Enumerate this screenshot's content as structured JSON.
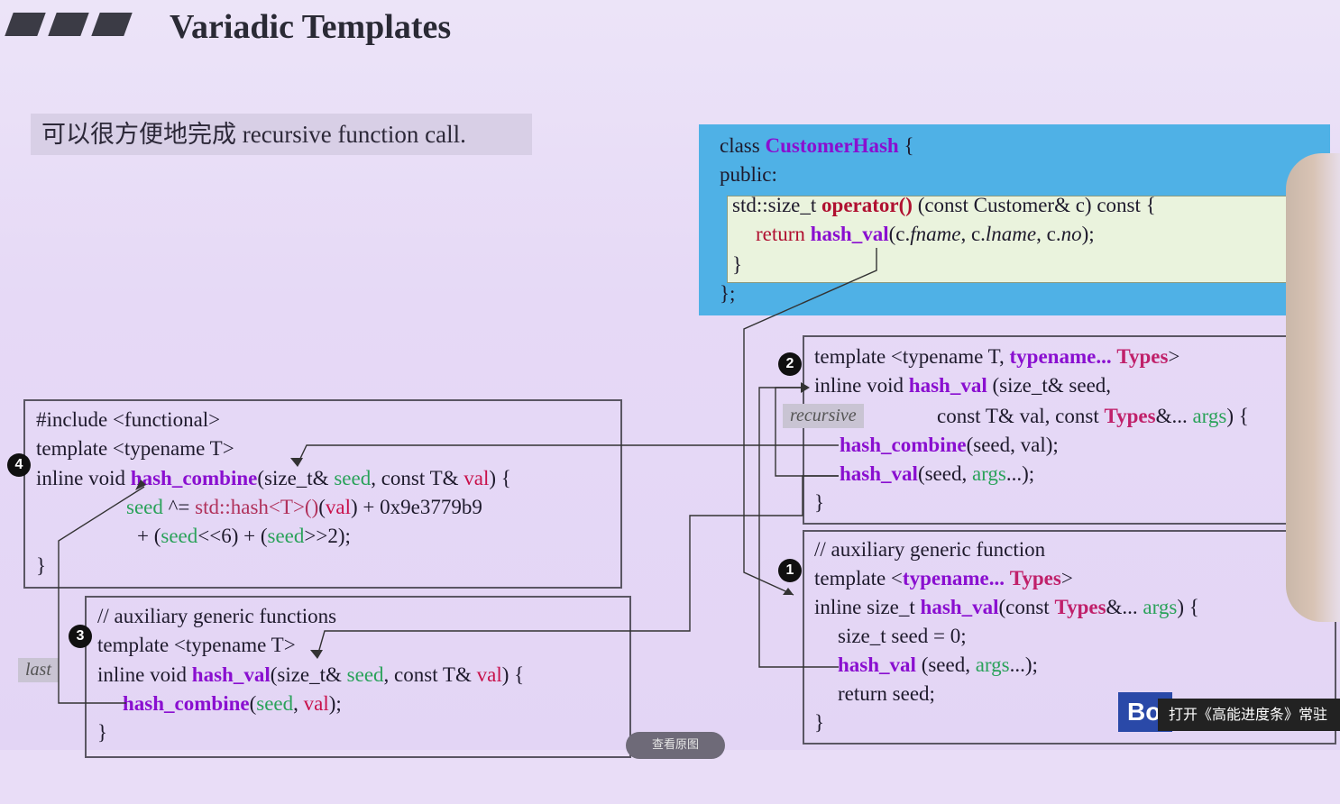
{
  "title": "Variadic Templates",
  "subtitle": "可以很方便地完成 recursive function call.",
  "class_block": {
    "l1_a": "class ",
    "l1_name": "CustomerHash",
    "l1_b": " {",
    "l2": "public:",
    "l3_a": "std::size_t ",
    "l3_op": "operator()",
    "l3_b": " (const Customer& c) const {",
    "l4_kw": "return ",
    "l4_fn": "hash_val",
    "l4_b": "(c.",
    "l4_f1": "fname",
    "l4_c": ", c.",
    "l4_f2": "lname",
    "l4_d": ", c.",
    "l4_f3": "no",
    "l4_e": ");",
    "l5": "}",
    "l6": "};"
  },
  "box4": {
    "badge": "4",
    "l1": "#include <functional>",
    "l2": "template <typename T>",
    "l3_a": "inline void ",
    "l3_fn": "hash_combine",
    "l3_b": "(size_t& ",
    "l3_seed": "seed",
    "l3_c": ", const T& ",
    "l3_val": "val",
    "l3_d": ") {",
    "l4_seed": "seed",
    "l4_b": " ^= ",
    "l4_std": "std::hash<T>()",
    "l4_c": "(",
    "l4_val": "val",
    "l4_d": ") + 0x9e3779b9",
    "l5_a": "+ (",
    "l5_s1": "seed",
    "l5_b": "<<6) + (",
    "l5_s2": "seed",
    "l5_c": ">>2);",
    "l6": "}"
  },
  "box3": {
    "badge": "3",
    "tag": "last",
    "l1": "// auxiliary generic functions",
    "l2": "template <typename T>",
    "l3_a": "inline void ",
    "l3_fn": "hash_val",
    "l3_b": "(size_t& ",
    "l3_seed": "seed",
    "l3_c": ", const T& ",
    "l3_val": "val",
    "l3_d": ") {",
    "l4_fn": "hash_combine",
    "l4_b": "(",
    "l4_seed": "seed",
    "l4_c": ", ",
    "l4_val": "val",
    "l4_d": ");",
    "l5": "}"
  },
  "box2": {
    "badge": "2",
    "tag": "recursive",
    "l1_a": "template <typename T, ",
    "l1_tn": "typename...",
    "l1_b": " ",
    "l1_ty": "Types",
    "l1_c": ">",
    "l2_a": "inline void ",
    "l2_fn": "hash_val",
    "l2_b": " (size_t& seed,",
    "l3_a": "const T& val, const ",
    "l3_ty": "Types",
    "l3_b": "&... ",
    "l3_args": "args",
    "l3_c": ") {",
    "l4_fn": "hash_combine",
    "l4_b": "(seed, val);",
    "l5_fn": "hash_val",
    "l5_b": "(seed, ",
    "l5_args": "args",
    "l5_c": "...);",
    "l6": "}"
  },
  "box1": {
    "badge": "1",
    "l1": "// auxiliary generic function",
    "l2_a": "template <",
    "l2_tn": "typename...",
    "l2_b": " ",
    "l2_ty": "Types",
    "l2_c": ">",
    "l3_a": "inline size_t ",
    "l3_fn": "hash_val",
    "l3_b": "(const ",
    "l3_ty": "Types",
    "l3_c": "&... ",
    "l3_args": "args",
    "l3_d": ") {",
    "l4": "size_t seed = 0;",
    "l5_fn": "hash_val",
    "l5_b": " (seed, ",
    "l5_args": "args",
    "l5_c": "...);",
    "l6": "return seed;",
    "l7": "}"
  },
  "overlay": {
    "view_button": "查看原图",
    "brand": "Bo",
    "ticker": "打开《高能进度条》常驻"
  }
}
